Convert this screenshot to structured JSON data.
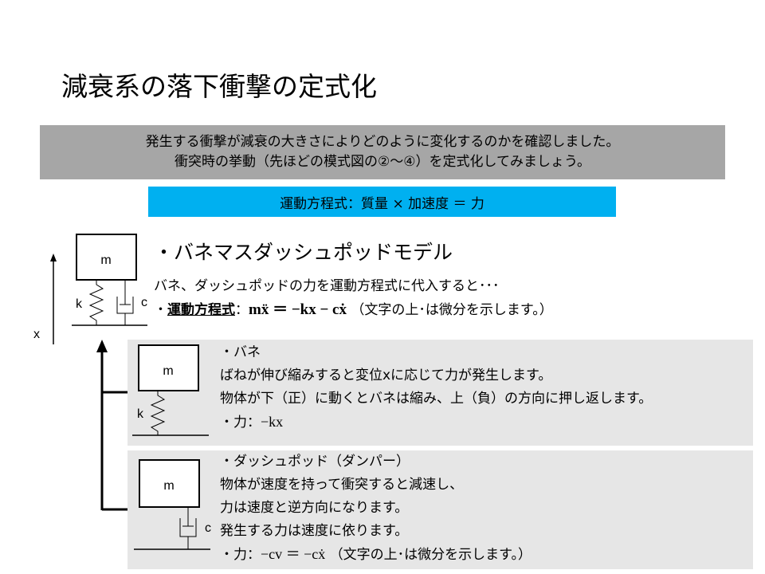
{
  "title": "減衰系の落下衝撃の定式化",
  "intro": {
    "line1": "発生する衝撃が減衰の大きさによりどのように変化するのかを確認しました。",
    "line2": "衝突時の挙動（先ほどの模式図の②～④）を定式化してみましょう。"
  },
  "equation_bar": "運動方程式：質量 × 加速度 ＝ 力",
  "model": {
    "title": "・バネマスダッシュポッドモデル",
    "desc": "バネ、ダッシュポッドの力を運動方程式に代入すると･･･",
    "eq_prefix": "・",
    "eq_label": "運動方程式",
    "eq_colon": "：",
    "eq_math": "mẍ ＝ −kx − cẋ",
    "eq_note": "（文字の上･は微分を示します。）"
  },
  "diagram": {
    "mass_label": "m",
    "spring_label": "k",
    "damper_label": "c",
    "axis_label": "x"
  },
  "spring_box": {
    "heading": "・バネ",
    "line1": "ばねが伸び縮みすると変位xに応じて力が発生します。",
    "line2": "物体が下（正）に動くとバネは縮み、上（負）の方向に押し返します。",
    "force_label": "・力：",
    "force_math": "−kx"
  },
  "damper_box": {
    "heading": "・ダッシュポッド（ダンパー）",
    "line1": "物体が速度を持って衝突すると減速し、",
    "line2": "力は速度と逆方向になります。",
    "line3": "発生する力は速度に依ります。",
    "force_label": "・力：",
    "force_math": "−cv ＝ −cẋ",
    "force_note": "（文字の上･は微分を示します。）"
  },
  "colors": {
    "intro_bg": "#a6a6a6",
    "equation_bar_bg": "#00b0f0",
    "panel_bg": "#e6e6e6"
  }
}
